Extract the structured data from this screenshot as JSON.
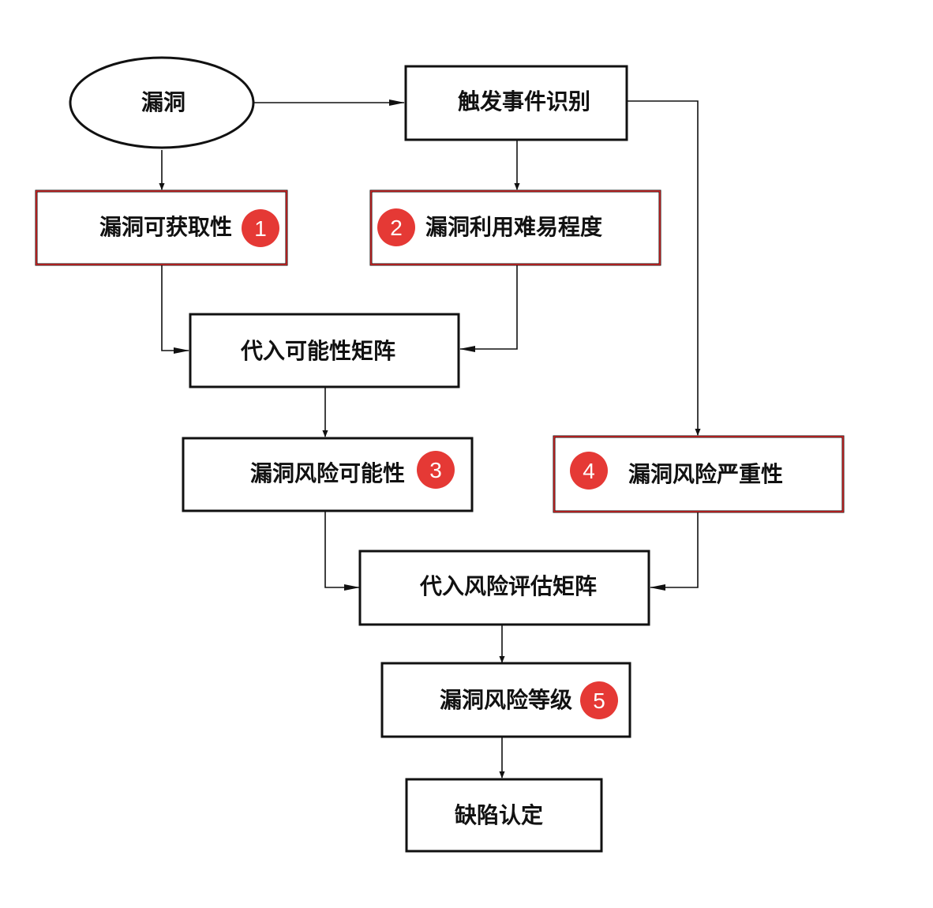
{
  "colors": {
    "line": "#111111",
    "highlight_border": "#e02424",
    "badge_fill": "#e53935",
    "badge_text": "#ffffff",
    "background": "#ffffff"
  },
  "nodes": {
    "vuln": {
      "label": "漏洞",
      "shape": "ellipse"
    },
    "trigger": {
      "label": "触发事件识别"
    },
    "accessibility": {
      "label": "漏洞可获取性",
      "badge": "1"
    },
    "exploit_difficulty": {
      "label": "漏洞利用难易程度",
      "badge": "2"
    },
    "likelihood_matrix": {
      "label": "代入可能性矩阵"
    },
    "risk_likelihood": {
      "label": "漏洞风险可能性",
      "badge": "3"
    },
    "risk_severity": {
      "label": "漏洞风险严重性",
      "badge": "4"
    },
    "risk_matrix": {
      "label": "代入风险评估矩阵"
    },
    "risk_level": {
      "label": "漏洞风险等级",
      "badge": "5"
    },
    "defect": {
      "label": "缺陷认定"
    }
  }
}
